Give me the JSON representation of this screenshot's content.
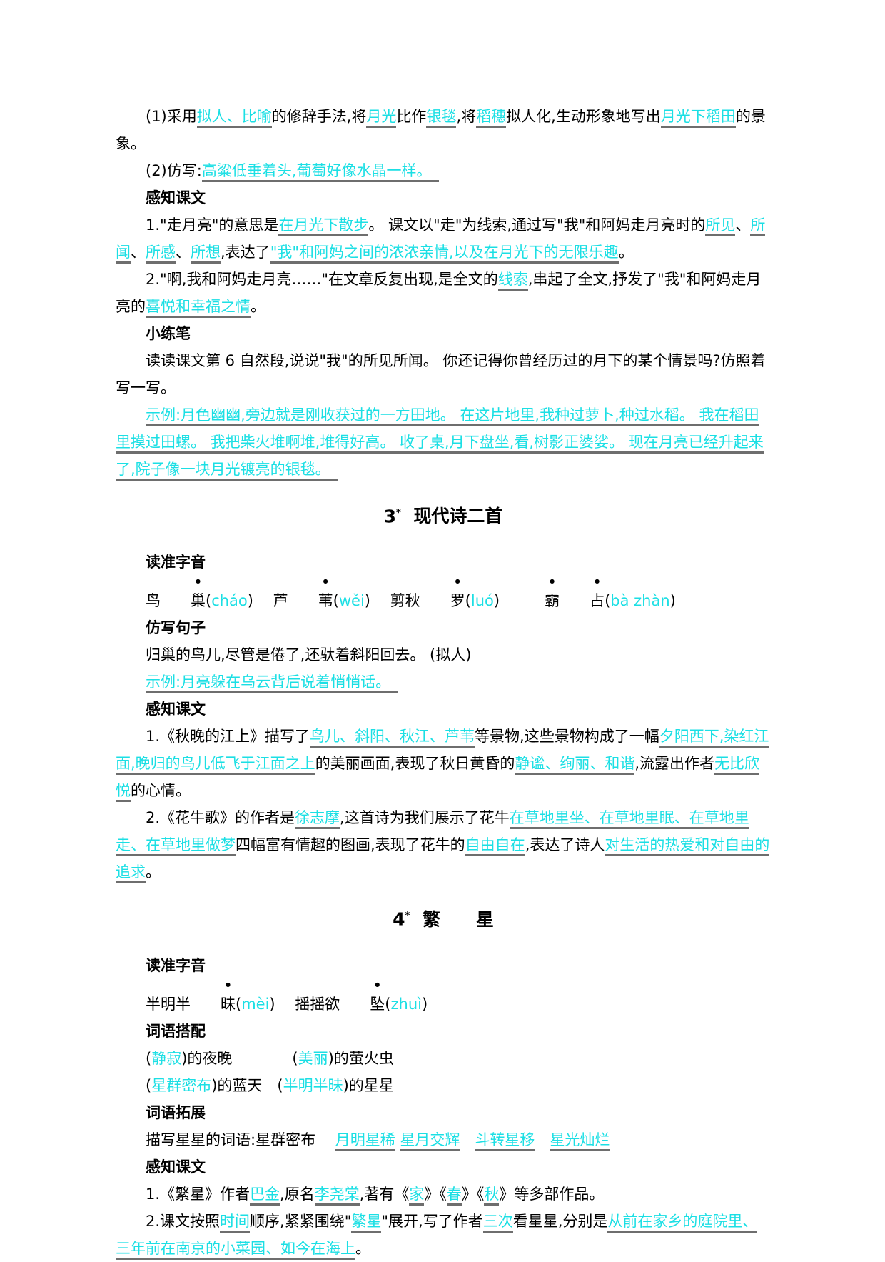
{
  "colors": {
    "background": "#ffffff",
    "text": "#000000",
    "answer": "#1bdfe4",
    "underline": "#6e6e6e"
  },
  "document": {
    "blocks": [
      {
        "type": "para",
        "segments": [
          {
            "s": "p",
            "t": "(1)采用"
          },
          {
            "s": "u",
            "t": "拟人、比喻"
          },
          {
            "s": "p",
            "t": "的修辞手法,将"
          },
          {
            "s": "u",
            "t": "月光"
          },
          {
            "s": "p",
            "t": "比作"
          },
          {
            "s": "u",
            "t": "银毯"
          },
          {
            "s": "p",
            "t": ",将"
          },
          {
            "s": "u",
            "t": "稻穗"
          },
          {
            "s": "p",
            "t": "拟人化,生动形象地写出"
          },
          {
            "s": "u",
            "t": "月光下稻田"
          },
          {
            "s": "p",
            "t": "的景象。"
          }
        ]
      },
      {
        "type": "para",
        "segments": [
          {
            "s": "p",
            "t": "(2)仿写:"
          },
          {
            "s": "u",
            "t": "高粱低垂着头,葡萄好像水晶一样。　"
          }
        ]
      },
      {
        "type": "heading",
        "text": "感知课文"
      },
      {
        "type": "para",
        "segments": [
          {
            "s": "p",
            "t": "1.\"走月亮\"的意思是"
          },
          {
            "s": "u",
            "t": "在月光下散步"
          },
          {
            "s": "p",
            "t": "。 课文以\"走\"为线索,通过写\"我\"和阿妈走月亮时的"
          },
          {
            "s": "u",
            "t": "所见"
          },
          {
            "s": "p",
            "t": "、"
          },
          {
            "s": "u",
            "t": "所闻"
          },
          {
            "s": "p",
            "t": "、"
          },
          {
            "s": "u",
            "t": "所感"
          },
          {
            "s": "p",
            "t": "、"
          },
          {
            "s": "u",
            "t": "所想"
          },
          {
            "s": "p",
            "t": ",表达了"
          },
          {
            "s": "u",
            "t": "\"我\"和阿妈之间的浓浓亲情,以及在月光下的无限乐趣"
          },
          {
            "s": "p",
            "t": "。"
          }
        ]
      },
      {
        "type": "para",
        "segments": [
          {
            "s": "p",
            "t": "2.\"啊,我和阿妈走月亮……\"在文章反复出现,是全文的"
          },
          {
            "s": "u",
            "t": "线索"
          },
          {
            "s": "p",
            "t": ",串起了全文,抒发了\"我\"和阿妈走月亮的"
          },
          {
            "s": "u",
            "t": "喜悦和幸福之情"
          },
          {
            "s": "p",
            "t": "。"
          }
        ]
      },
      {
        "type": "heading",
        "text": "小练笔"
      },
      {
        "type": "para",
        "segments": [
          {
            "s": "p",
            "t": "读读课文第 6 自然段,说说\"我\"的所见所闻。 你还记得你曾经历过的月下的某个情景吗?仿照着写一写。"
          }
        ]
      },
      {
        "type": "para",
        "segments": [
          {
            "s": "u",
            "t": "示例:月色幽幽,旁边就是刚收获过的一方田地。 在这片地里,我种过萝卜,种过水稻。 我在稻田里摸过田螺。 我把柴火堆啊堆,堆得好高。 收了桌,月下盘坐,看,树影正婆娑。 现在月亮已经升起来了,院子像一块月光镀亮的银毯。　"
          }
        ]
      },
      {
        "type": "title",
        "num": "3",
        "star": "*",
        "text": "现代诗二首"
      },
      {
        "type": "heading",
        "text": "读准字音"
      },
      {
        "type": "para",
        "cls": "pline",
        "segments": [
          {
            "s": "p",
            "t": "鸟"
          },
          {
            "s": "d",
            "t": "巢"
          },
          {
            "s": "p",
            "t": "("
          },
          {
            "s": "a",
            "t": "cháo"
          },
          {
            "s": "p",
            "t": ")　 芦"
          },
          {
            "s": "d",
            "t": "苇"
          },
          {
            "s": "p",
            "t": "("
          },
          {
            "s": "a",
            "t": "wěi"
          },
          {
            "s": "p",
            "t": ")　 剪秋"
          },
          {
            "s": "d",
            "t": "罗"
          },
          {
            "s": "p",
            "t": "("
          },
          {
            "s": "a",
            "t": "luó"
          },
          {
            "s": "p",
            "t": ")　"
          },
          {
            "s": "d",
            "t": "霸占"
          },
          {
            "s": "p",
            "t": "("
          },
          {
            "s": "a",
            "t": "bà zhàn"
          },
          {
            "s": "p",
            "t": ")"
          }
        ]
      },
      {
        "type": "heading",
        "text": "仿写句子"
      },
      {
        "type": "para",
        "segments": [
          {
            "s": "p",
            "t": "归巢的鸟儿,尽管是倦了,还驮着斜阳回去。 (拟人)"
          }
        ]
      },
      {
        "type": "para",
        "segments": [
          {
            "s": "u",
            "t": "示例:月亮躲在乌云背后说着悄悄话。　"
          }
        ]
      },
      {
        "type": "heading",
        "text": "感知课文"
      },
      {
        "type": "para",
        "segments": [
          {
            "s": "p",
            "t": "1.《秋晚的江上》描写了"
          },
          {
            "s": "u",
            "t": "鸟儿、斜阳、秋江、芦苇"
          },
          {
            "s": "p",
            "t": "等景物,这些景物构成了一幅"
          },
          {
            "s": "u",
            "t": "夕阳西下,染红江面,晚归的鸟儿低飞于江面之上"
          },
          {
            "s": "p",
            "t": "的美丽画面,表现了秋日黄昏的"
          },
          {
            "s": "u",
            "t": "静谧、绚丽、和谐"
          },
          {
            "s": "p",
            "t": ",流露出作者"
          },
          {
            "s": "u",
            "t": "无比欣悦"
          },
          {
            "s": "p",
            "t": "的心情。"
          }
        ]
      },
      {
        "type": "para",
        "segments": [
          {
            "s": "p",
            "t": "2.《花牛歌》的作者是"
          },
          {
            "s": "u",
            "t": "徐志摩"
          },
          {
            "s": "p",
            "t": ",这首诗为我们展示了花牛"
          },
          {
            "s": "u",
            "t": "在草地里坐、在草地里眠、在草地里走、在草地里做梦"
          },
          {
            "s": "p",
            "t": "四幅富有情趣的图画,表现了花牛的"
          },
          {
            "s": "u",
            "t": "自由自在"
          },
          {
            "s": "p",
            "t": ",表达了诗人"
          },
          {
            "s": "u",
            "t": "对生活的热爱和对自由的追求"
          },
          {
            "s": "p",
            "t": "。"
          }
        ]
      },
      {
        "type": "title",
        "num": "4",
        "star": "*",
        "text": "繁　　星"
      },
      {
        "type": "heading",
        "text": "读准字音"
      },
      {
        "type": "para",
        "cls": "pline",
        "segments": [
          {
            "s": "p",
            "t": "半明半"
          },
          {
            "s": "d",
            "t": "昧"
          },
          {
            "s": "p",
            "t": "("
          },
          {
            "s": "a",
            "t": "mèi"
          },
          {
            "s": "p",
            "t": ")　 摇摇欲"
          },
          {
            "s": "d",
            "t": "坠"
          },
          {
            "s": "p",
            "t": "("
          },
          {
            "s": "a",
            "t": "zhuì"
          },
          {
            "s": "p",
            "t": ")"
          }
        ]
      },
      {
        "type": "heading",
        "text": "词语搭配"
      },
      {
        "type": "para",
        "segments": [
          {
            "s": "p",
            "t": "("
          },
          {
            "s": "a",
            "t": "静寂"
          },
          {
            "s": "p",
            "t": ")的夜晚　　　　("
          },
          {
            "s": "a",
            "t": "美丽"
          },
          {
            "s": "p",
            "t": ")的萤火虫"
          }
        ]
      },
      {
        "type": "para",
        "segments": [
          {
            "s": "p",
            "t": "("
          },
          {
            "s": "a",
            "t": "星群密布"
          },
          {
            "s": "p",
            "t": ")的蓝天　("
          },
          {
            "s": "a",
            "t": "半明半昧"
          },
          {
            "s": "p",
            "t": ")的星星"
          }
        ]
      },
      {
        "type": "heading",
        "text": "词语拓展"
      },
      {
        "type": "para",
        "segments": [
          {
            "s": "p",
            "t": "描写星星的词语:星群密布　 "
          },
          {
            "s": "u",
            "t": "月明星稀"
          },
          {
            "s": "p",
            "t": " "
          },
          {
            "s": "u",
            "t": "星月交辉"
          },
          {
            "s": "p",
            "t": "　"
          },
          {
            "s": "u",
            "t": "斗转星移"
          },
          {
            "s": "p",
            "t": "　"
          },
          {
            "s": "u",
            "t": "星光灿烂"
          }
        ]
      },
      {
        "type": "heading",
        "text": "感知课文"
      },
      {
        "type": "para",
        "segments": [
          {
            "s": "p",
            "t": "1.《繁星》作者"
          },
          {
            "s": "u",
            "t": "巴金"
          },
          {
            "s": "p",
            "t": ",原名"
          },
          {
            "s": "u",
            "t": "李尧棠"
          },
          {
            "s": "p",
            "t": ",著有《"
          },
          {
            "s": "u",
            "t": "家"
          },
          {
            "s": "p",
            "t": "》《"
          },
          {
            "s": "u",
            "t": "春"
          },
          {
            "s": "p",
            "t": "》《"
          },
          {
            "s": "u",
            "t": "秋"
          },
          {
            "s": "p",
            "t": "》等多部作品。"
          }
        ]
      },
      {
        "type": "para",
        "segments": [
          {
            "s": "p",
            "t": "2.课文按照"
          },
          {
            "s": "u",
            "t": "时间"
          },
          {
            "s": "p",
            "t": "顺序,紧紧围绕\""
          },
          {
            "s": "u",
            "t": "繁星"
          },
          {
            "s": "p",
            "t": "\"展开,写了作者"
          },
          {
            "s": "u",
            "t": "三次"
          },
          {
            "s": "p",
            "t": "看星星,分别是"
          },
          {
            "s": "u",
            "t": "从前在家乡的庭院里、三年前在南京的小菜园、如今在海上"
          },
          {
            "s": "p",
            "t": "。"
          }
        ]
      }
    ]
  }
}
